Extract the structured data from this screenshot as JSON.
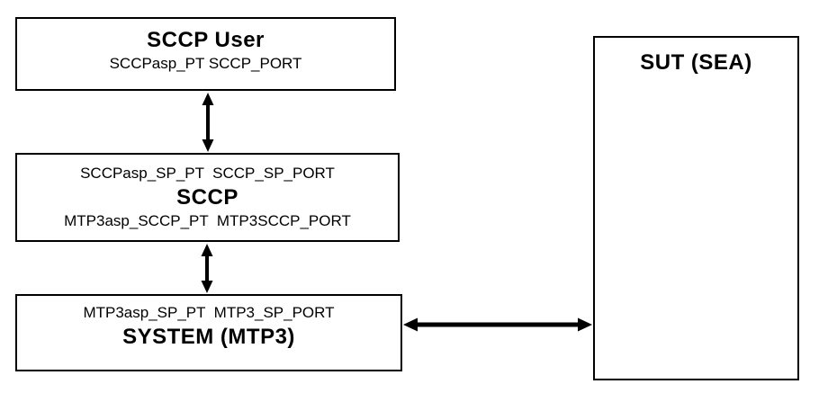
{
  "diagram": {
    "boxes": {
      "sccp_user": {
        "title": "SCCP User",
        "ports": "SCCPasp_PT SCCP_PORT"
      },
      "sccp": {
        "ports_top": "SCCPasp_SP_PT  SCCP_SP_PORT",
        "title": "SCCP",
        "ports_bottom": "MTP3asp_SCCP_PT  MTP3SCCP_PORT"
      },
      "system_mtp3": {
        "ports": "MTP3asp_SP_PT  MTP3_SP_PORT",
        "title": "SYSTEM (MTP3)"
      },
      "sut": {
        "title": "SUT (SEA)"
      }
    },
    "arrows": [
      {
        "name": "sccp-user-to-sccp",
        "type": "double-headed",
        "orientation": "vertical"
      },
      {
        "name": "sccp-to-system-mtp3",
        "type": "double-headed",
        "orientation": "vertical"
      },
      {
        "name": "system-mtp3-to-sut",
        "type": "double-headed",
        "orientation": "horizontal"
      }
    ],
    "colors": {
      "line": "#000000",
      "background": "#ffffff",
      "text": "#000000"
    }
  }
}
